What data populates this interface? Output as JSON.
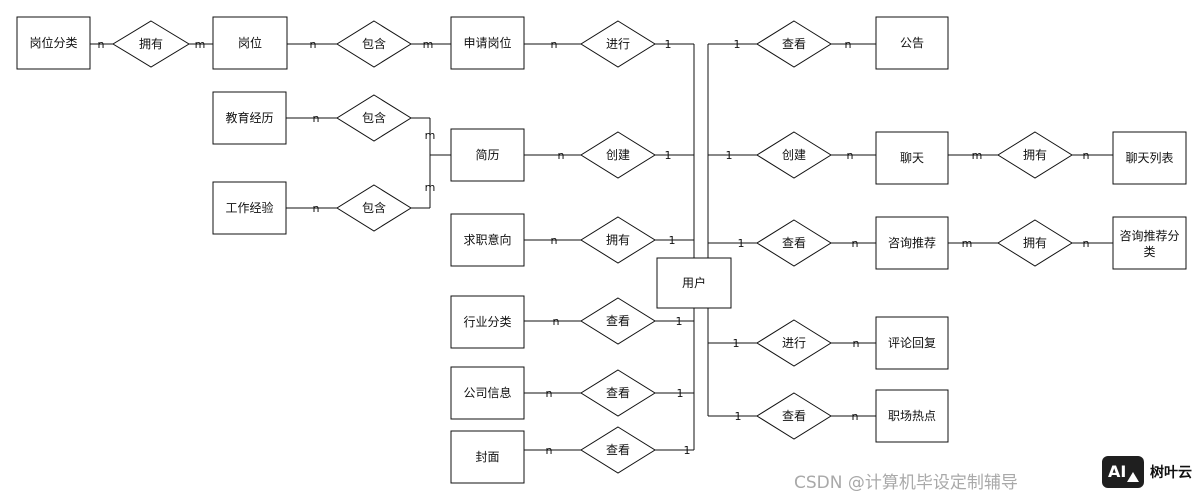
{
  "entities": {
    "gangwei_fenlei": "岗位分类",
    "gangwei": "岗位",
    "shenqing_gangwei": "申请岗位",
    "gonggao": "公告",
    "jiaoyu_jingli": "教育经历",
    "jianli": "简历",
    "gongzuo_jingyan": "工作经验",
    "liaotian": "聊天",
    "liaotian_liebiao": "聊天列表",
    "qiuzhi_yixiang": "求职意向",
    "zixun_tuijian": "咨询推荐",
    "zixun_tuijian_fenlei": [
      "咨询推荐分",
      "类"
    ],
    "yonghu": "用户",
    "hangye_fenlei": "行业分类",
    "pinglun_huifu": "评论回复",
    "gongsi_xinxi": "公司信息",
    "zhichang_redian": "职场热点",
    "fengmian": "封面"
  },
  "relationships": {
    "yongyou": "拥有",
    "baohan": "包含",
    "jinxing": "进行",
    "chakan": "查看",
    "chuangjian": "创建"
  },
  "cardinality": {
    "one": "1",
    "many_n": "n",
    "many_m": "m"
  },
  "watermark": {
    "text": "CSDN @计算机毕设定制辅导",
    "logo_mark": "AI",
    "logo_text": "树叶云"
  }
}
